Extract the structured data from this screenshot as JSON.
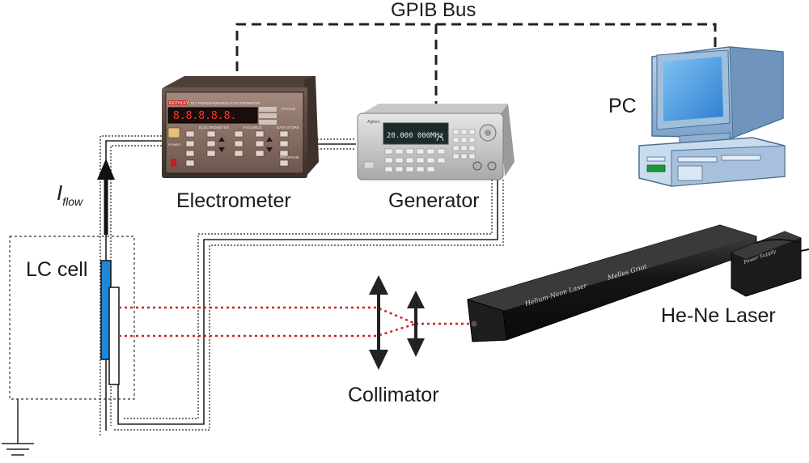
{
  "labels": {
    "bus": "GPIB Bus",
    "pc": "PC",
    "electrometer": "Electrometer",
    "generator": "Generator",
    "i_flow_main": "I",
    "i_flow_sub": "flow",
    "lc_cell": "LC cell",
    "laser": "He-Ne Laser",
    "collimator": "Collimator"
  },
  "electrometer_panel": {
    "brand": "KEITHLEY",
    "model": "617 PROGRAMMABLE ELECTROMETER",
    "readout": "8.8.8.8.8.",
    "sections": [
      "ELECTROMETER",
      "V-SOURCE",
      "DATA STORE",
      "PROGRAM"
    ],
    "status": "STATUS",
    "power": "POWER"
  },
  "generator_panel": {
    "brand": "Agilent",
    "display": "20.000 000MHz"
  },
  "laser_panel": {
    "tube_text": "Helium-Neon Laser",
    "brand_text": "Melles Griot",
    "supply_text": "Power Supply"
  },
  "colors": {
    "lc_cell_fill": "#1e88d8",
    "beam": "#d42020",
    "bus_line": "#222222"
  }
}
